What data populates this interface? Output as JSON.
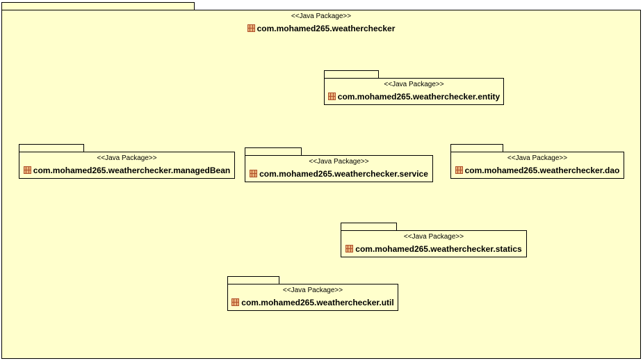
{
  "outer": {
    "stereotype": "<<Java Package>>",
    "name": "com.mohamed265.weatherchecker"
  },
  "packages": {
    "entity": {
      "stereotype": "<<Java Package>>",
      "name": "com.mohamed265.weatherchecker.entity"
    },
    "managedBean": {
      "stereotype": "<<Java Package>>",
      "name": "com.mohamed265.weatherchecker.managedBean"
    },
    "service": {
      "stereotype": "<<Java Package>>",
      "name": "com.mohamed265.weatherchecker.service"
    },
    "dao": {
      "stereotype": "<<Java Package>>",
      "name": "com.mohamed265.weatherchecker.dao"
    },
    "statics": {
      "stereotype": "<<Java Package>>",
      "name": "com.mohamed265.weatherchecker.statics"
    },
    "util": {
      "stereotype": "<<Java Package>>",
      "name": "com.mohamed265.weatherchecker.util"
    }
  },
  "icons": {
    "package": "package-icon"
  },
  "colors": {
    "fill": "#ffffcc",
    "border": "#000000",
    "icon": "#c0504d"
  }
}
